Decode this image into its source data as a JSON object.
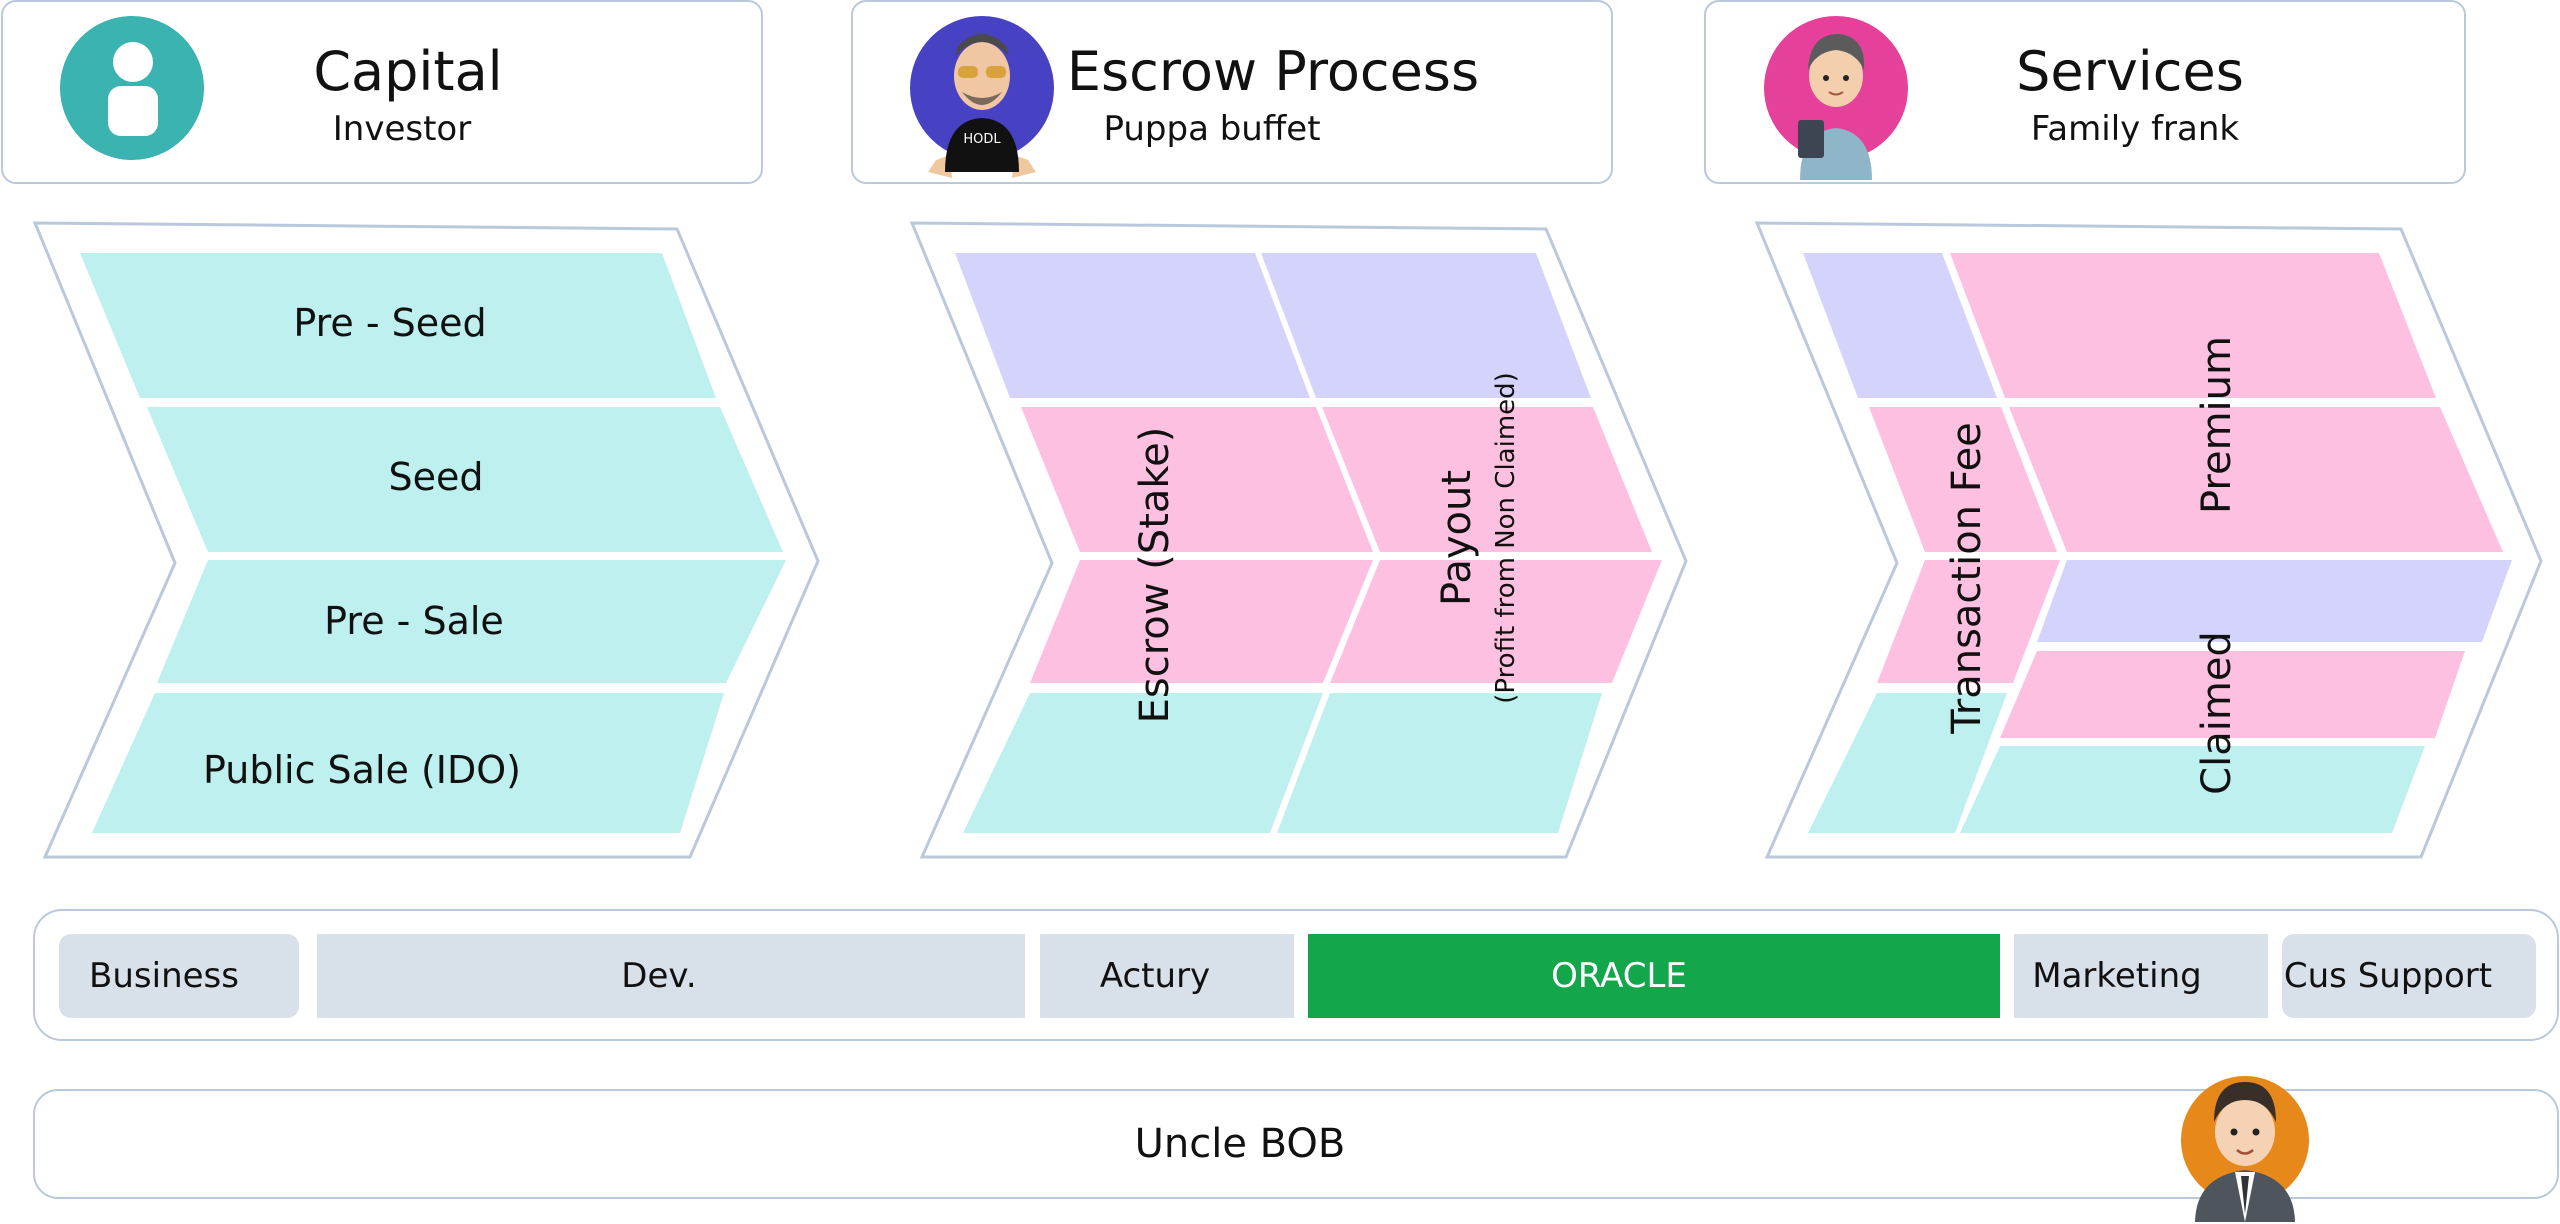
{
  "colors": {
    "capital": "#1a9c95",
    "escrow": "#4b46b0",
    "services": "#e6419a",
    "teal_fill": "#bdf0ef",
    "lavender_fill": "#d4d3fb",
    "pink_fill": "#fdc0e1",
    "chip_fill": "#d8e1ea",
    "oracle": "#13a64a",
    "frame_stroke": "#b9c9db"
  },
  "header_cards": [
    {
      "title": "Capital",
      "subtitle": "Investor",
      "avatar_icon": "user-icon"
    },
    {
      "title": "Escrow Process",
      "subtitle": "Puppa buffet",
      "avatar_icon": "hodl-avatar-icon",
      "avatar_badge": "HODL"
    },
    {
      "title": "Services",
      "subtitle": "Family frank",
      "avatar_icon": "businessman-avatar-icon"
    }
  ],
  "capital_stages": [
    "Pre - Seed",
    "Seed",
    "Pre - Sale",
    "Public Sale (IDO)"
  ],
  "escrow_labels": {
    "escrow": "Escrow (Stake)",
    "payout": "Payout",
    "payout_note": "(Profit from Non Claimed)"
  },
  "services_labels": {
    "transaction_fee": "Transaction Fee",
    "premium": "Premium",
    "claimed": "Claimed"
  },
  "departments": [
    "Business",
    "Dev.",
    "Actury",
    "ORACLE",
    "Marketing",
    "Cus Support"
  ],
  "footer": {
    "label": "Uncle BOB",
    "avatar_icon": "manager-avatar-icon"
  }
}
